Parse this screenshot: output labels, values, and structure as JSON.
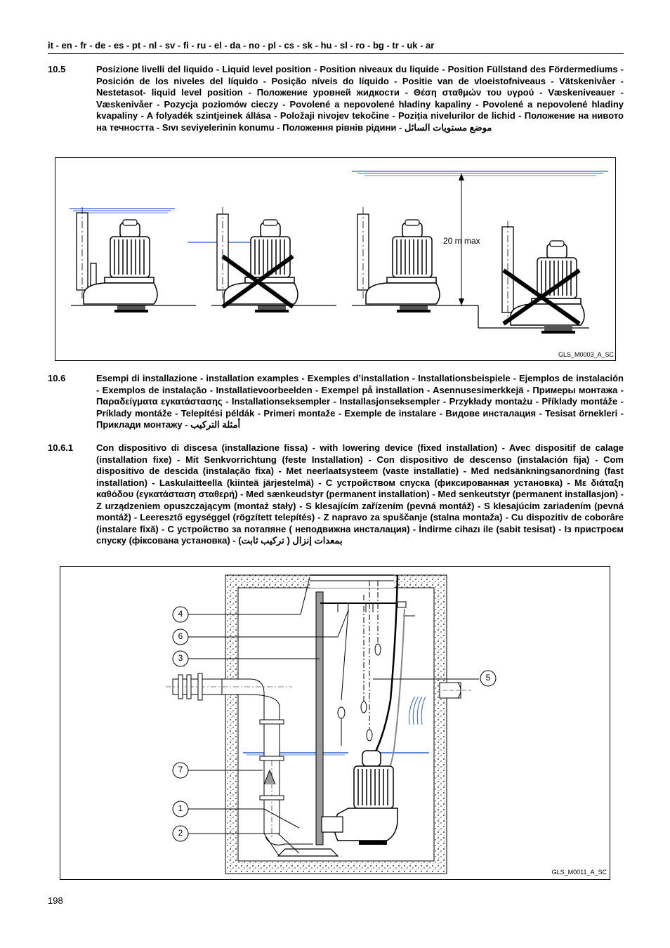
{
  "header": {
    "languages": "it - en - fr - de - es - pt - nl - sv - fi - ru  - el - da - no - pl - cs - sk - hu - sl - ro - bg - tr - uk - ar"
  },
  "sections": [
    {
      "number": "10.5",
      "text": "Posizione livelli del liquido - Liquid level position - Position niveaux du liquide - Position Füllstand des Fördermediums - Posición de los niveles del líquido - Posição níveis do líquido - Positie van de vloeistofniveaus - Vätskenivåer - Nestetasot- liquid level position - Положение уровней жидкости - Θέση σταθμών του υγρού - Væskeniveauer - Væskenivåer - Pozycja poziomów cieczy - Povolené a nepovolené hladiny kapaliny - Povolené a nepovolené hladiny kvapaliny - A folyadék szintjeinek állása - Položaji nivojev tekočine - Poziția nivelurilor de lichid - Положение на нивото на течността - Sıvı seviyelerinin konumu - Положення рівнів рідини - موضع مستويات السائل"
    },
    {
      "number": "10.6",
      "text": "Esempi di installazione - installation examples - Exemples d’installation - Installationsbeispiele - Ejemplos de instalación - Exemplos de instalação - Installatievoorbeelden - Exempel på installation - Asennusesimerkkejä - Примеры монтажа - Παραδείγματα εγκατάστασης - Installationseksempler - Installasjonseksempler - Przykłady montażu - Příklady montáže - Príklady montáže - Telepítési példák - Primeri montaže - Exemple de instalare - Видове инсталация - Tesisat örnekleri - Приклади монтажу - أمثلة التركيب"
    },
    {
      "number": "10.6.1",
      "text": "Con dispositivo di discesa (installazione fissa) - with lowering device (fixed installation) - Avec dispositif de calage (installation fixe) - Mit Senkvorrichtung (feste Installation) - Con dispositivo de descenso (instalación fija)  - Com dispositivo de descida (instalação fixa) - Met neerlaatsysteem (vaste installatie) - Med nedsänkningsanordning (fast installation) -  Laskulaitteella (kiinteä järjestelmä) - С устройством спуска (фиксированная установка) - Με διάταξη καθόδου (εγκατάσταση σταθερή) - Med sænkeudstyr (permanent installation) - Med senkeutstyr (permanent installasjon) - Z urządzeniem opuszczającym (montaż stały) - S klesajícím zařízením (pevná montáž) - S klesajúcim zariadením (pevná montáž) - Leeresztő egységgel (rögzített telepítés) - Z napravo za spuščanje (stalna montaža) - Cu dispozitiv de coborâre (instalare fixă) - С устройство за потапяне ( неподвижна инсталация) - İndirme cihazı ile (sabit tesisat) - Із пристроєм спуску (фіксована установка) - بمعدات إنزال ( تركيب ثابت)"
    }
  ],
  "figure1": {
    "dimension_label": "20 m max",
    "code": "GLS_M0003_A_SC"
  },
  "figure2": {
    "callouts": [
      "4",
      "6",
      "3",
      "5",
      "7",
      "1",
      "2"
    ],
    "code": "GLS_M0011_A_SC"
  },
  "page_number": "198"
}
